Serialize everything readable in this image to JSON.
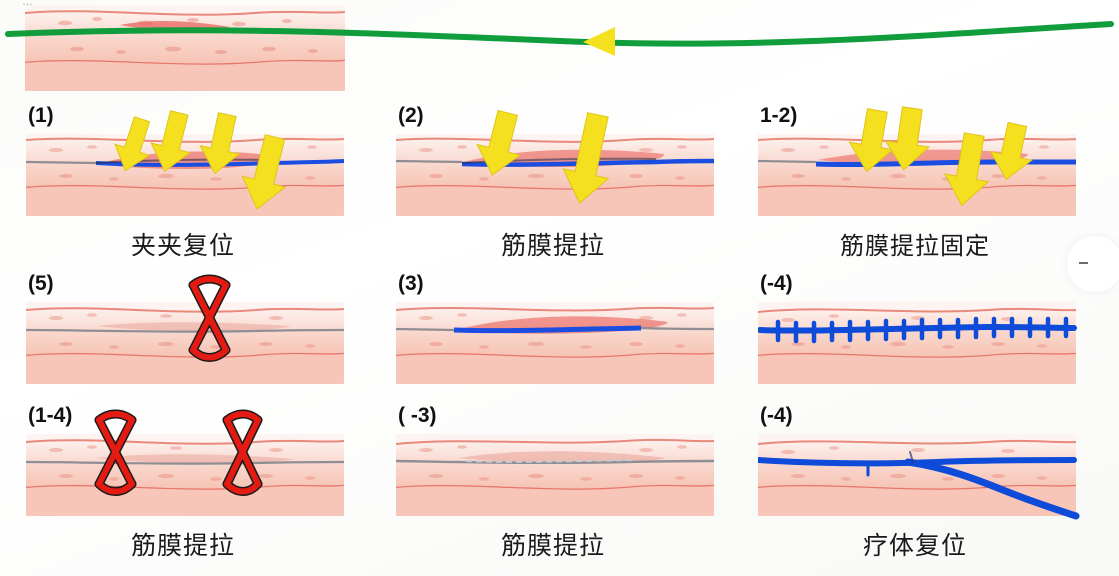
{
  "slide": {
    "header_fragment": "…",
    "background_color": "#fbfbf9"
  },
  "colors": {
    "arrow_yellow": "#F5E020",
    "arrow_yellow_stroke": "#E8C91A",
    "fascia_blue": "#1B4EE0",
    "suture_blue": "#0E4BD8",
    "clip_red": "#E31B13",
    "clip_outline": "#1a1a1a",
    "green_line": "#119D3C",
    "skin_pink": "#F6C9BC",
    "dermis_pink": "#F9D9CF",
    "wound_red": "#E8635C",
    "fascia_grey": "#8E8E94",
    "label_black": "#111111"
  },
  "top_banner": {
    "name": "green-guide-line",
    "line_color": "#119D3C",
    "arrowhead_color": "#F5E020",
    "arrowhead_direction": "left"
  },
  "panels": [
    {
      "id": "panel-1",
      "number": "(1)",
      "caption": "夹夹复位",
      "row": 1,
      "col": 1,
      "features": [
        "yellow-arrows",
        "blue-fascia-line",
        "wound-gap"
      ],
      "arrow_count": 4
    },
    {
      "id": "panel-2",
      "number": "(2)",
      "caption": "筋膜提拉",
      "row": 1,
      "col": 2,
      "features": [
        "yellow-arrows",
        "blue-fascia-line"
      ],
      "arrow_count": 2
    },
    {
      "id": "panel-1-2",
      "number": "1-2)",
      "caption": "筋膜提拉固定",
      "row": 1,
      "col": 3,
      "features": [
        "yellow-arrows",
        "blue-fascia-line"
      ],
      "arrow_count": 4
    },
    {
      "id": "panel-5",
      "number": "(5)",
      "caption": "",
      "row": 2,
      "col": 1,
      "features": [
        "red-clip"
      ],
      "clip_count": 1
    },
    {
      "id": "panel-3",
      "number": "(3)",
      "caption": "",
      "row": 2,
      "col": 2,
      "features": [
        "blue-fascia-line",
        "wound-gap"
      ]
    },
    {
      "id": "panel-minus-4-top",
      "number": "(-4)",
      "caption": "",
      "row": 2,
      "col": 3,
      "features": [
        "blue-suture-line",
        "suture-ticks"
      ],
      "suture_ticks": 16
    },
    {
      "id": "panel-1-4",
      "number": "(1-4)",
      "caption": "筋膜提拉",
      "row": 3,
      "col": 1,
      "features": [
        "red-clip"
      ],
      "clip_count": 2
    },
    {
      "id": "panel-minus-3",
      "number": "( -3)",
      "caption": "筋膜提拉",
      "row": 3,
      "col": 2,
      "features": [
        "closed-wound-line"
      ]
    },
    {
      "id": "panel-minus-4-bottom",
      "number": "(-4)",
      "caption": "疗体复位",
      "row": 3,
      "col": 3,
      "features": [
        "blue-thread",
        "thread-tail"
      ]
    }
  ]
}
